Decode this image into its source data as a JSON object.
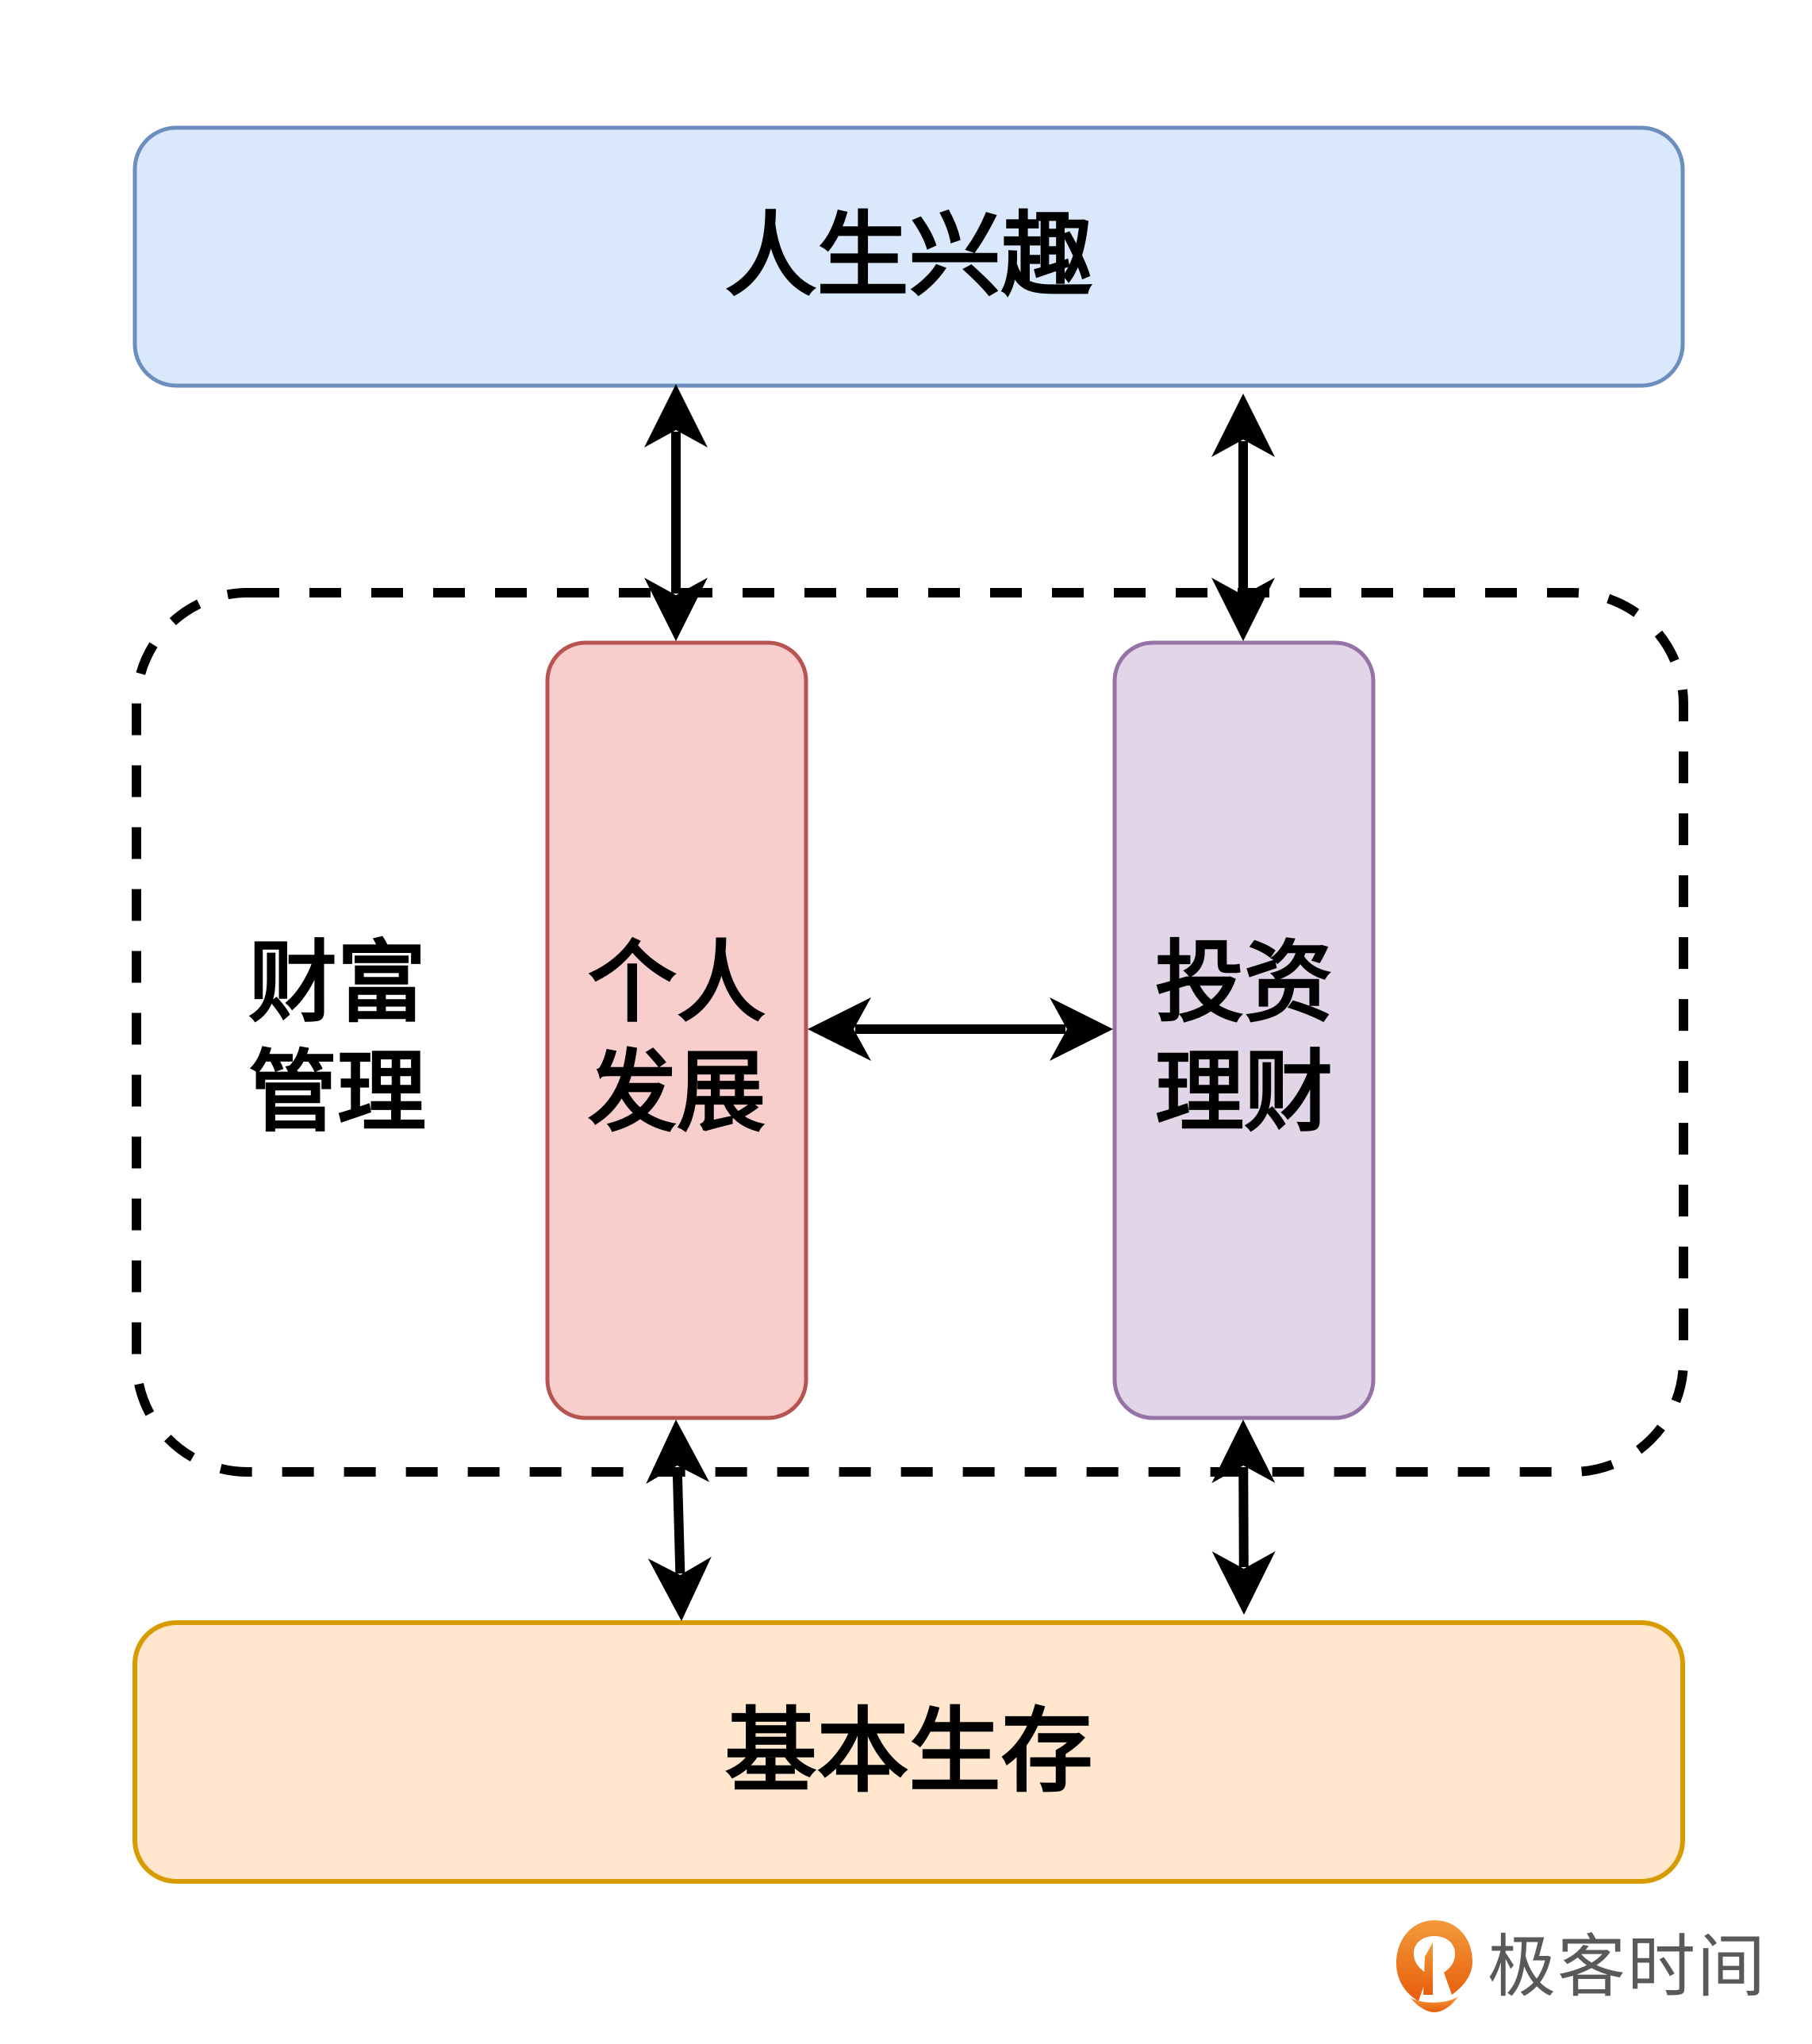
{
  "diagram": {
    "nodes": {
      "top": {
        "label": "人生兴趣",
        "fill": "#dae8fc",
        "stroke": "#6c8ebf"
      },
      "group": {
        "label_line1": "财富",
        "label_line2": "管理",
        "stroke": "#000000",
        "style": "dashed"
      },
      "personal": {
        "label_line1": "个人",
        "label_line2": "发展",
        "fill": "#f8cecc",
        "stroke": "#b85450"
      },
      "invest": {
        "label_line1": "投资",
        "label_line2": "理财",
        "fill": "#e1d5e7",
        "stroke": "#9673a6"
      },
      "bottom": {
        "label": "基本生存",
        "fill": "#ffe6cc",
        "stroke": "#d79b00"
      }
    },
    "edges": [
      {
        "from": "top",
        "to": "personal",
        "direction": "both"
      },
      {
        "from": "top",
        "to": "invest",
        "direction": "both"
      },
      {
        "from": "personal",
        "to": "invest",
        "direction": "both"
      },
      {
        "from": "personal",
        "to": "bottom",
        "direction": "both"
      },
      {
        "from": "invest",
        "to": "bottom",
        "direction": "both"
      }
    ]
  },
  "watermark": {
    "text": "极客时间",
    "icon": "geektime-logo-icon",
    "text_color": "#5a5858",
    "icon_color": "#ee6a1a"
  }
}
